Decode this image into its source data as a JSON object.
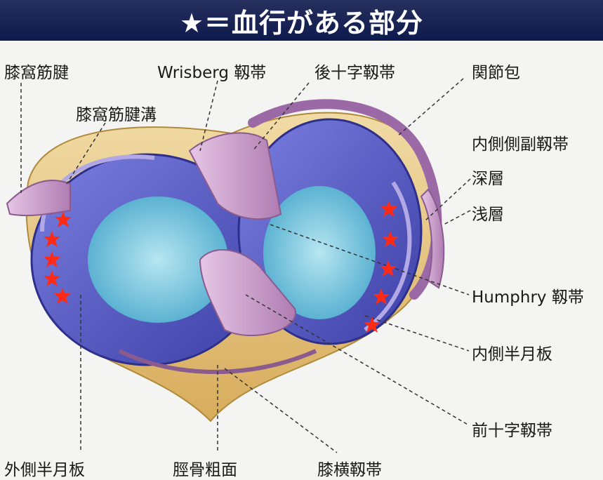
{
  "title": "★＝血行がある部分",
  "labels": {
    "popliteus_tendon": "膝窩筋腱",
    "wrisberg_ligament": "Wrisberg 靱帯",
    "posterior_cruciate_ligament": "後十字靱帯",
    "joint_capsule": "関節包",
    "popliteus_groove": "膝窩筋腱溝",
    "medial_collateral_ligament": "内側側副靱帯",
    "deep_layer": "深層",
    "superficial_layer": "浅層",
    "humphry_ligament": "Humphry 靱帯",
    "medial_meniscus": "内側半月板",
    "anterior_cruciate_ligament": "前十字靱帯",
    "lateral_meniscus": "外側半月板",
    "tibial_tuberosity": "脛骨粗面",
    "transverse_ligament": "膝横靱帯"
  },
  "colors": {
    "star": "#ff2a16",
    "meniscus": "#5a5fc4",
    "tibial_plateau": "#6fc3dc",
    "ligament": "#c99bc8",
    "bone": "#e9c88a"
  }
}
